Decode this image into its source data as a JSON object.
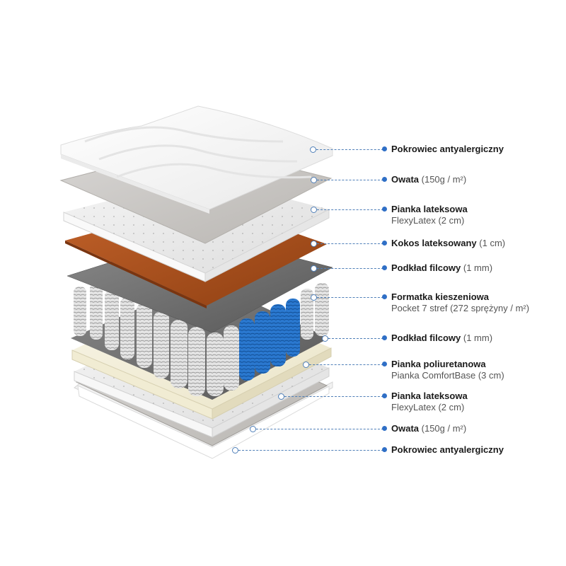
{
  "diagram": {
    "subject": "Mattress layer cross-section",
    "colors": {
      "leader_line": "#4f7fb8",
      "bullet": "#2f6fc6",
      "coconut": "#b5541c",
      "felt": "#6b6b6b",
      "pocket_springs_blue": "#1f6fc4",
      "comfort_foam": "#f3efdd"
    },
    "layers": [
      {
        "title": "Pokrowiec antyalergiczny",
        "extra": "",
        "sub": ""
      },
      {
        "title": "Owata",
        "extra": "(150g / m²)",
        "sub": ""
      },
      {
        "title": "Pianka lateksowa",
        "extra": "",
        "sub": "FlexyLatex (2 cm)"
      },
      {
        "title": "Kokos lateksowany",
        "extra": "(1 cm)",
        "sub": ""
      },
      {
        "title": "Podkład filcowy",
        "extra": "(1 mm)",
        "sub": ""
      },
      {
        "title": "Formatka kieszeniowa",
        "extra": "",
        "sub": "Pocket 7 stref (272 sprężyny / m²)"
      },
      {
        "title": "Podkład filcowy",
        "extra": "(1 mm)",
        "sub": ""
      },
      {
        "title": "Pianka poliuretanowa",
        "extra": "",
        "sub": "Pianka ComfortBase (3 cm)"
      },
      {
        "title": "Pianka lateksowa",
        "extra": "",
        "sub": "FlexyLatex (2 cm)"
      },
      {
        "title": "Owata",
        "extra": "(150g / m²)",
        "sub": ""
      },
      {
        "title": "Pokrowiec antyalergiczny",
        "extra": "",
        "sub": ""
      }
    ]
  }
}
